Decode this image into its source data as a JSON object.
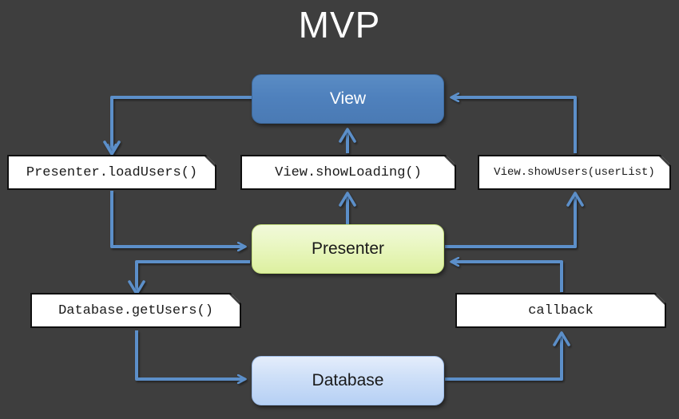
{
  "title": "MVP",
  "theme": {
    "background": "#3e3e3e",
    "title_color": "#ffffff",
    "connector_color": "#5b8fc9",
    "view_fill": "#4f81bd",
    "presenter_fill": "#e3f4ae",
    "database_fill": "#c6daf6",
    "note_fill": "#ffffff",
    "note_border": "#101010"
  },
  "nodes": [
    {
      "id": "view",
      "label": "View",
      "type": "component",
      "fill": "#4f81bd"
    },
    {
      "id": "presenter",
      "label": "Presenter",
      "type": "component",
      "fill": "#e3f4ae"
    },
    {
      "id": "database",
      "label": "Database",
      "type": "component",
      "fill": "#c6daf6"
    }
  ],
  "notes": [
    {
      "id": "note-presenter-loadusers",
      "label": "Presenter.loadUsers()"
    },
    {
      "id": "note-view-showloading",
      "label": "View.showLoading()"
    },
    {
      "id": "note-view-showusers",
      "label": "View.showUsers(userList)"
    },
    {
      "id": "note-database-getusers",
      "label": "Database.getUsers()"
    },
    {
      "id": "note-callback",
      "label": "callback"
    }
  ],
  "flows": [
    {
      "from": "view",
      "to": "presenter",
      "via": "Presenter.loadUsers()"
    },
    {
      "from": "presenter",
      "to": "view",
      "via": "View.showLoading()"
    },
    {
      "from": "presenter",
      "to": "database",
      "via": "Database.getUsers()"
    },
    {
      "from": "database",
      "to": "presenter",
      "via": "callback"
    },
    {
      "from": "presenter",
      "to": "view",
      "via": "View.showUsers(userList)"
    }
  ]
}
